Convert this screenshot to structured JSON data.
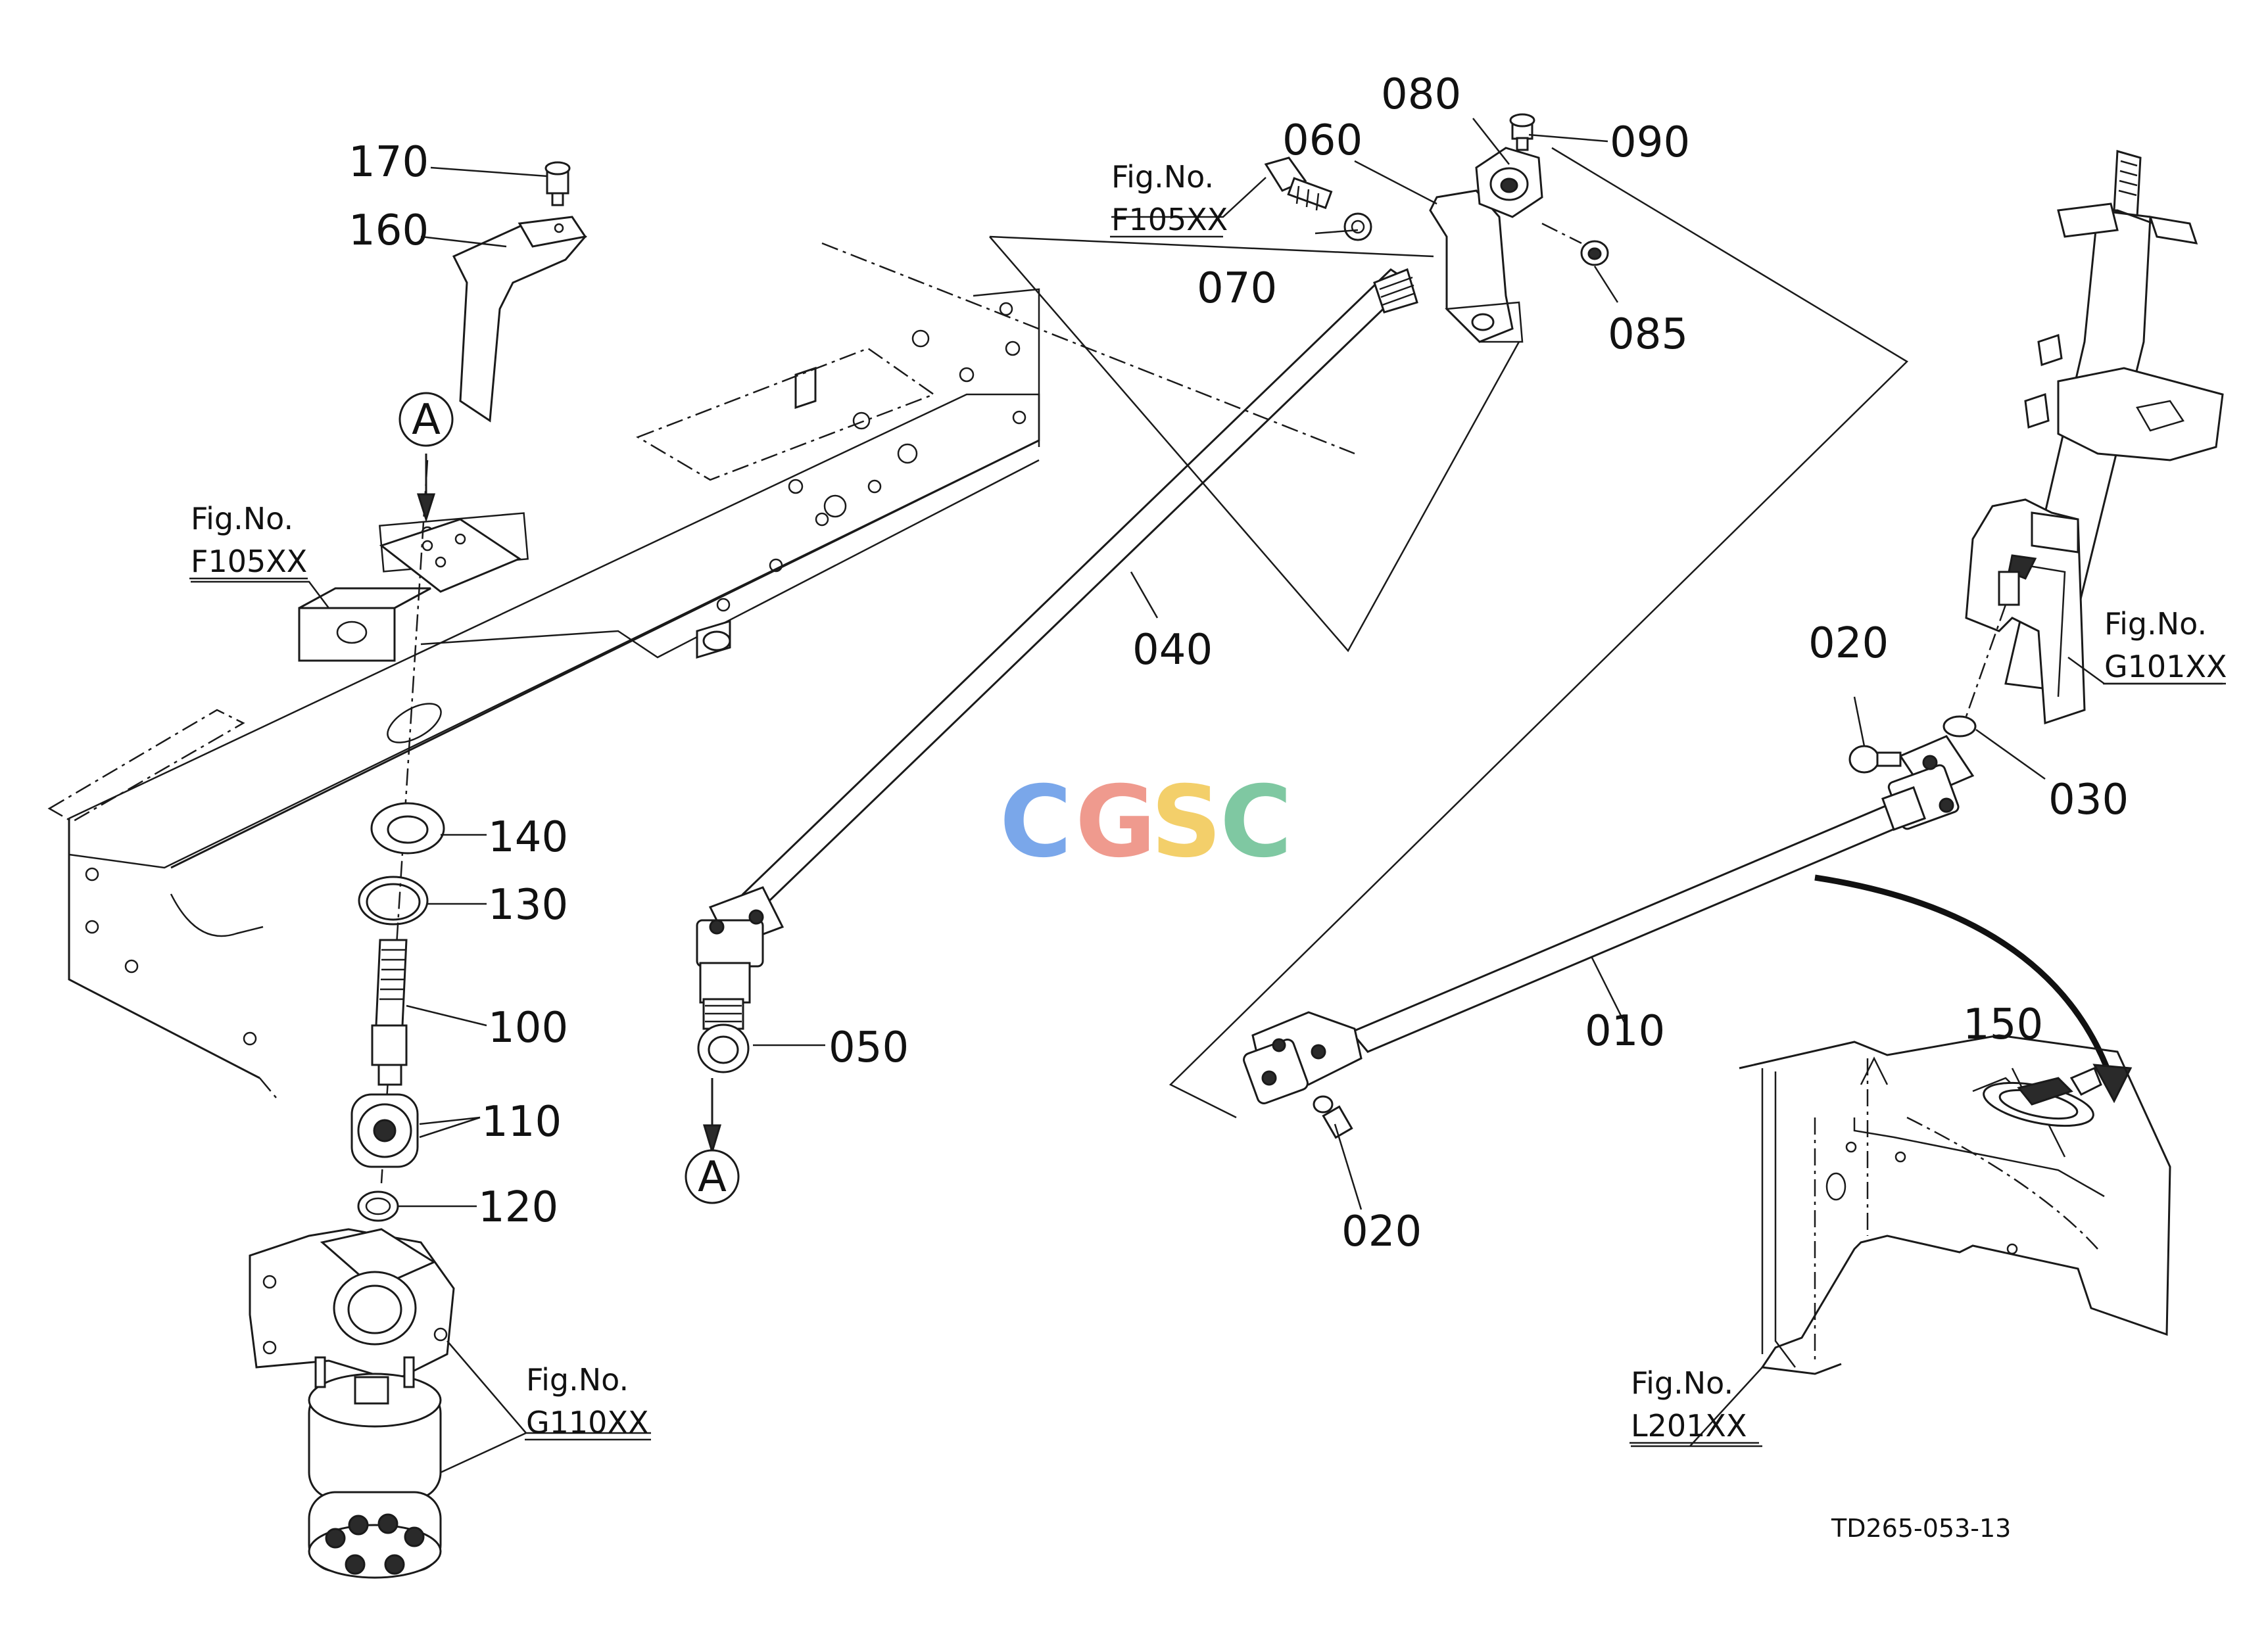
{
  "watermark": {
    "letters": [
      "C",
      "G",
      "S",
      "C"
    ],
    "colors": [
      "#7aa7ea",
      "#ef9a8e",
      "#f3cf6a",
      "#7fc8a2"
    ]
  },
  "callouts": {
    "p010": "010",
    "p020_upper": "020",
    "p020_lower": "020",
    "p030": "030",
    "p040": "040",
    "p050": "050",
    "p060": "060",
    "p070": "070",
    "p080": "080",
    "p085": "085",
    "p090": "090",
    "p100": "100",
    "p110": "110",
    "p120": "120",
    "p130": "130",
    "p140": "140",
    "p150": "150",
    "p160": "160",
    "p170": "170"
  },
  "figure_refs": {
    "ref_top": {
      "title": "Fig.No.",
      "code": "F105XX"
    },
    "ref_left": {
      "title": "Fig.No.",
      "code": "F105XX"
    },
    "ref_right": {
      "title": "Fig.No.",
      "code": "G101XX"
    },
    "ref_bottom_left": {
      "title": "Fig.No.",
      "code": "G110XX"
    },
    "ref_bottom_right": {
      "title": "Fig.No.",
      "code": "L201XX"
    }
  },
  "connection_markers": {
    "upper": "A",
    "lower": "A"
  },
  "drawing_code": "TD265-053-13"
}
